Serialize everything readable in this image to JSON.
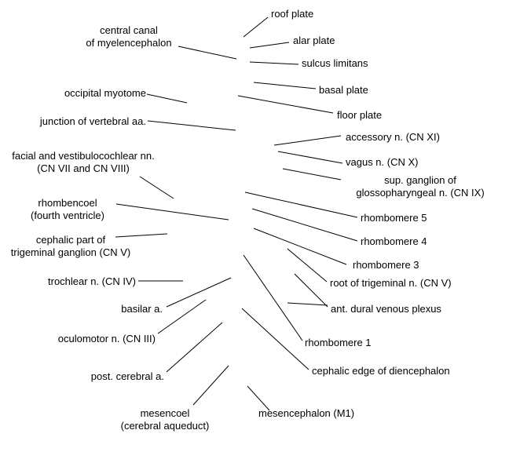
{
  "labels": {
    "roof_plate": "roof plate",
    "alar_plate": "alar plate",
    "sulcus_limitans": "sulcus limitans",
    "basal_plate": "basal plate",
    "floor_plate": "floor plate",
    "central_canal_1": "central canal",
    "central_canal_2": "of myelencephalon",
    "occipital_myotome": "occipital myotome",
    "junction_vertebral": "junction of vertebral aa.",
    "accessory_n": "accessory n. (CN XI)",
    "vagus_n": "vagus n. (CN X)",
    "sup_ganglion_1": "sup. ganglion of",
    "sup_ganglion_2": "glossopharyngeal n. (CN IX)",
    "facial_vestibulo_1": "facial and vestibulocochlear nn.",
    "facial_vestibulo_2": "(CN VII and CN VIII)",
    "rhombencoel_1": "rhombencoel",
    "rhombencoel_2": "(fourth ventricle)",
    "rhombomere_5": "rhombomere 5",
    "rhombomere_4": "rhombomere 4",
    "rhombomere_3": "rhombomere 3",
    "cephalic_trig_1": "cephalic part of",
    "cephalic_trig_2": "trigeminal ganglion (CN V)",
    "root_trigeminal": "root of trigeminal n. (CN V)",
    "trochlear_n": "trochlear n. (CN IV)",
    "ant_dural": "ant. dural venous plexus",
    "basilar_a": "basilar a.",
    "oculomotor_n": "oculomotor n. (CN III)",
    "rhombomere_1": "rhombomere 1",
    "post_cerebral_a": "post. cerebral a.",
    "cephalic_edge": "cephalic edge of diencephalon",
    "mesencoel_1": "mesencoel",
    "mesencoel_2": "(cerebral aqueduct)",
    "mesencephalon": "mesencephalon (M1)"
  },
  "line_color": "#000000"
}
